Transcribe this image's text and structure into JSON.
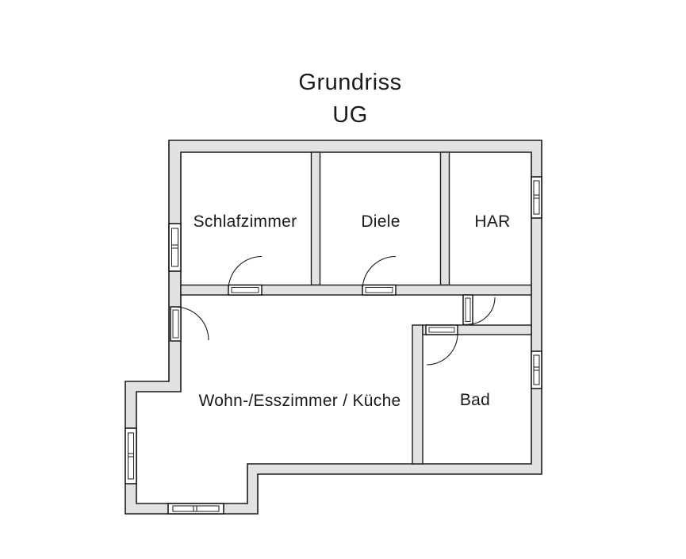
{
  "title": {
    "line1": "Grundriss",
    "line2": "UG"
  },
  "rooms": [
    {
      "id": "schlafzimmer",
      "label": "Schlafzimmer"
    },
    {
      "id": "diele",
      "label": "Diele"
    },
    {
      "id": "har",
      "label": "HAR"
    },
    {
      "id": "wohn-esszimmer-kueche",
      "label": "Wohn-/Esszimmer / Küche"
    },
    {
      "id": "bad",
      "label": "Bad"
    }
  ],
  "colors": {
    "background": "#ffffff",
    "wall_fill": "#e2e2e2",
    "line": "#1a1a1a"
  }
}
